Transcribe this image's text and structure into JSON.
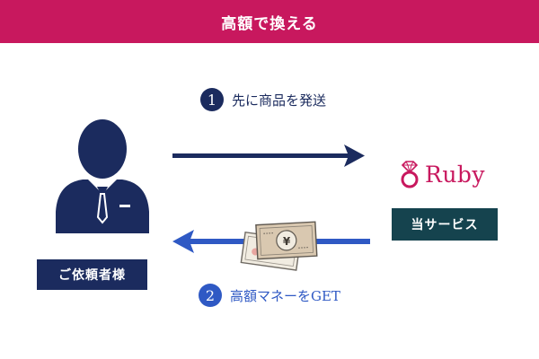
{
  "header": {
    "title": "高額で換える",
    "background": "#c8185e"
  },
  "client": {
    "icon": "person-icon",
    "label": "ご依頼者様",
    "color": "#1b2b5e"
  },
  "steps": [
    {
      "number": "1",
      "text": "先に商品を発送",
      "color": "#1b2b5e"
    },
    {
      "number": "2",
      "text": "高額マネーをGET",
      "color": "#2f59c4"
    }
  ],
  "cash_icon": {
    "icon": "yen-bills-icon",
    "symbol": "¥"
  },
  "service": {
    "logo_text": "Ruby",
    "logo_icon": "gem-icon",
    "label": "当サービス",
    "logo_color": "#c8185e",
    "label_background": "#15434e"
  }
}
